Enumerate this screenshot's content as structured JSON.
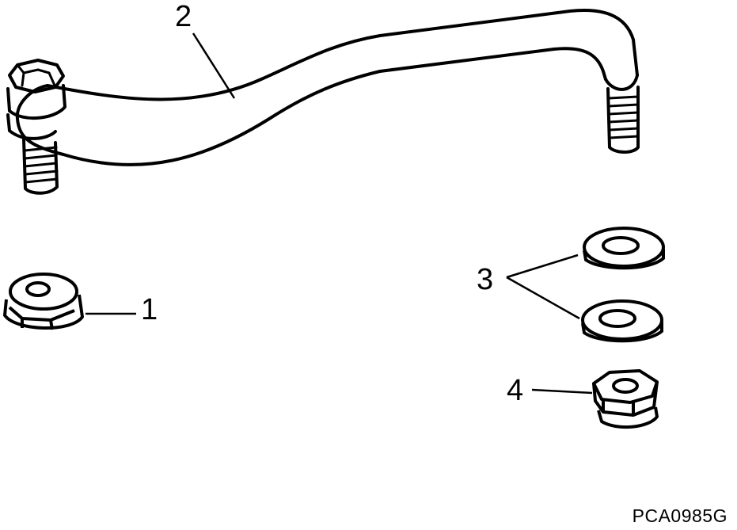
{
  "callouts": {
    "nut_1": "1",
    "rod_2": "2",
    "washers_3": "3",
    "nut_4": "4"
  },
  "figure_code": "PCA0985G",
  "colors": {
    "line": "#000000",
    "background": "#ffffff"
  }
}
